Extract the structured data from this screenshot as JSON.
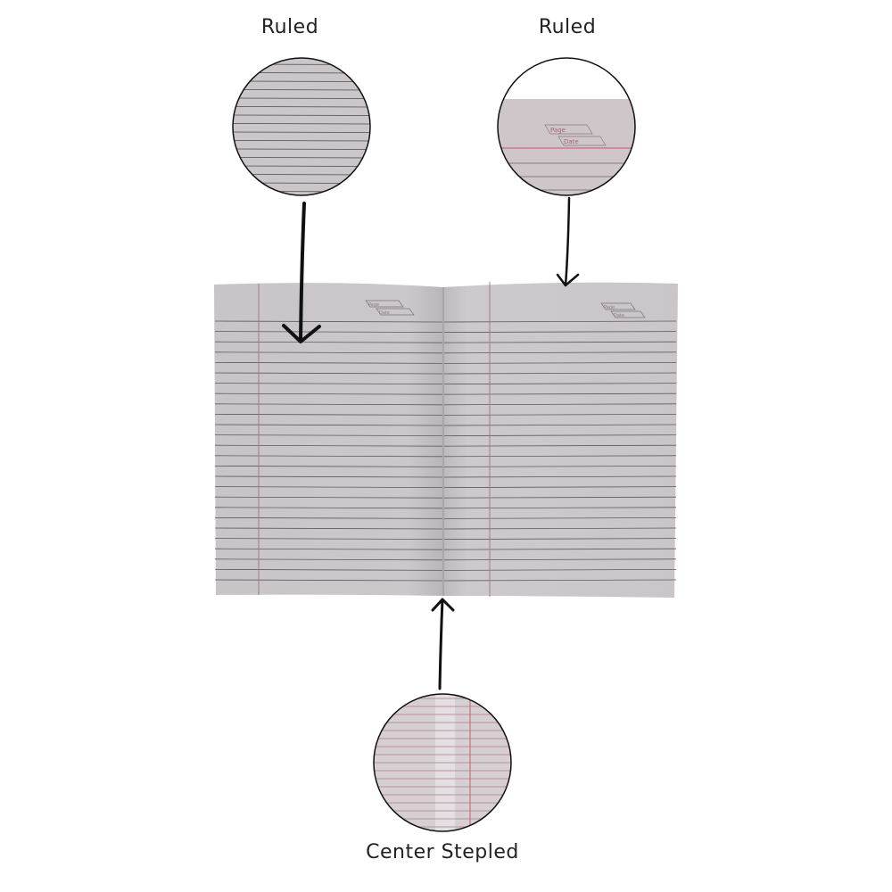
{
  "callouts": {
    "top_left": {
      "label": "Ruled"
    },
    "top_right": {
      "label": "Ruled"
    },
    "bottom": {
      "label": "Center Stepled"
    }
  },
  "notebook": {
    "page_box_labels": [
      "Page",
      "Date"
    ],
    "paper_color": "#c9c4c8",
    "rule_color": "#5a5558",
    "margin_color": "#b08a94"
  }
}
